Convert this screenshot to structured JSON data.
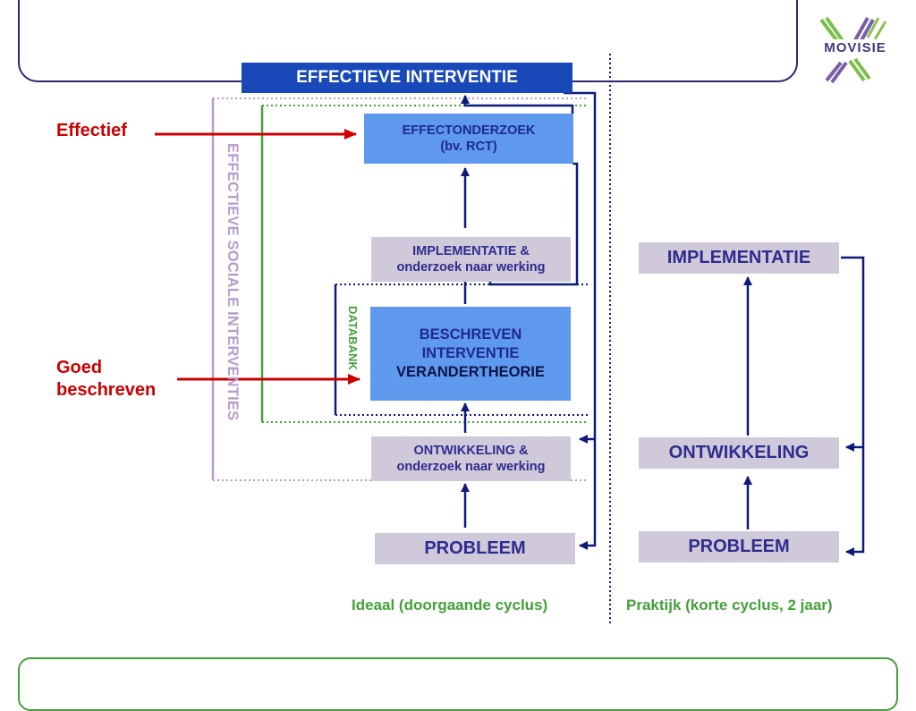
{
  "header": {
    "banner": "EFFECTIEVE INTERVENTIE"
  },
  "logo": {
    "text": "MOVISIE"
  },
  "labels": {
    "effectief": "Effectief",
    "goed_line1": "Goed",
    "goed_line2": "beschreven",
    "side_vertical": "EFFECTIEVE SOCIALE INTERVENTIES",
    "databank": "DATABANK"
  },
  "ideal": {
    "effectonderzoek_l1": "EFFECTONDERZOEK",
    "effectonderzoek_l2": "(bv. RCT)",
    "implementatie_l1": "IMPLEMENTATIE &",
    "implementatie_l2": "onderzoek naar werking",
    "beschreven_l1": "BESCHREVEN",
    "beschreven_l2": "INTERVENTIE",
    "beschreven_l3": "VERANDERTHEORIE",
    "ontwikkeling_l1": "ONTWIKKELING &",
    "ontwikkeling_l2": "onderzoek naar werking",
    "probleem": "PROBLEEM",
    "caption": "Ideaal (doorgaande cyclus)"
  },
  "practice": {
    "implementatie": "IMPLEMENTATIE",
    "ontwikkeling": "ONTWIKKELING",
    "probleem": "PROBLEEM",
    "caption": "Praktijk (korte cyclus, 2 jaar)"
  },
  "colors": {
    "navy": "#0d1a7a",
    "banner": "#1948b8",
    "grey_box": "#cfc9d9",
    "blue_box": "#5f99ee",
    "red": "#cc0000",
    "green": "#44a03a",
    "lavender": "#b89cc9"
  }
}
